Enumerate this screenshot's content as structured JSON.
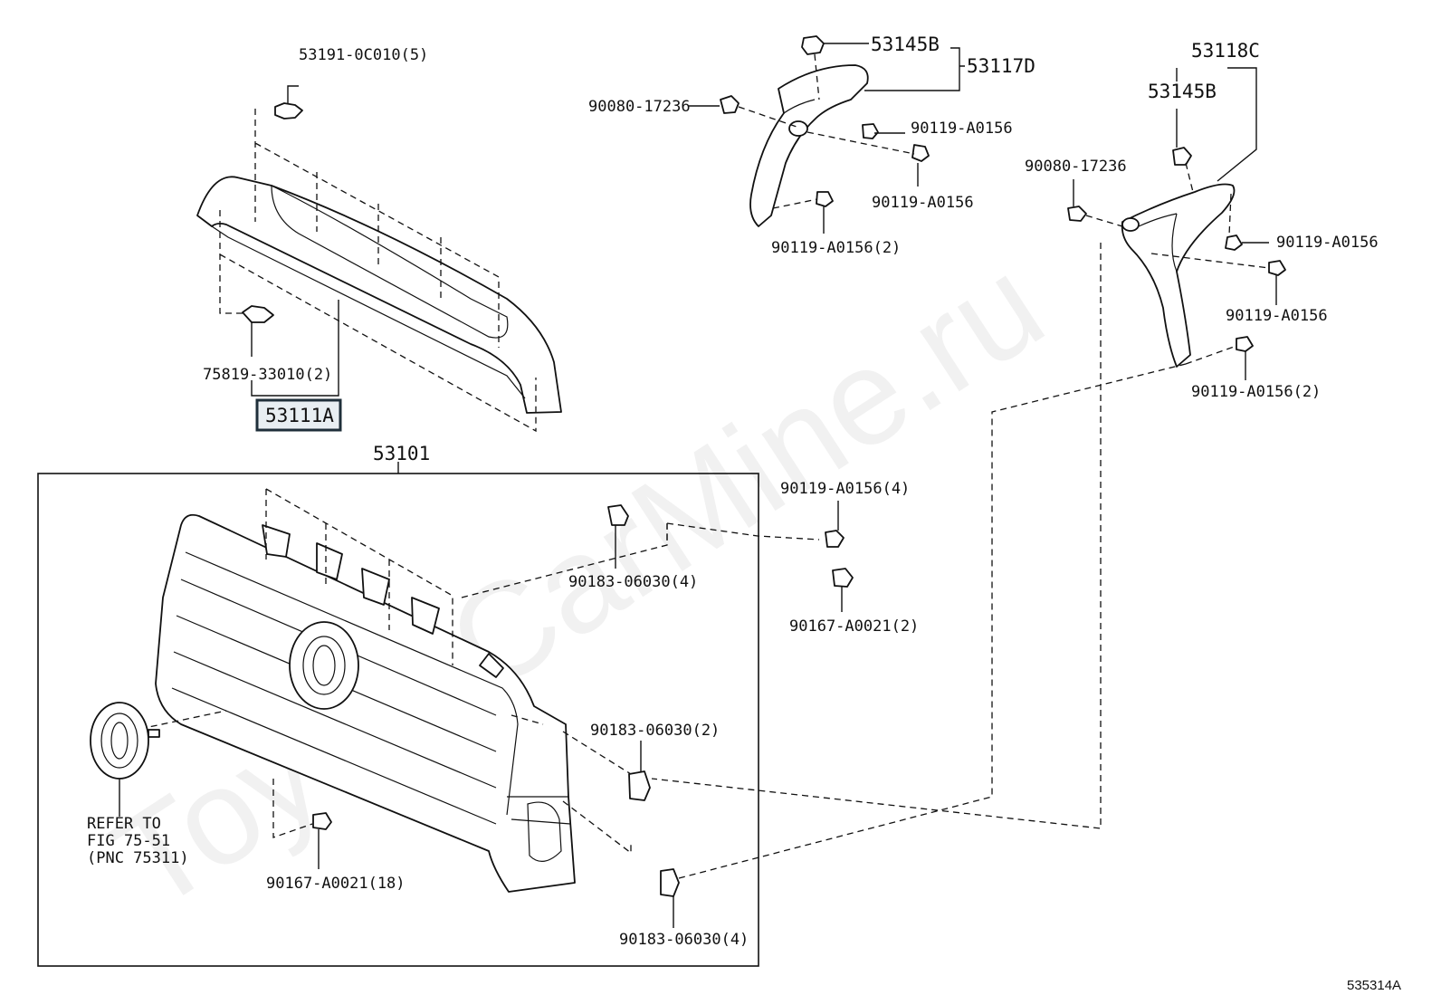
{
  "watermark": "ToyotaCarMine.ru",
  "figure_number": "535314A",
  "labels": {
    "p53191": "53191-0C010(5)",
    "p75819": "75819-33010(2)",
    "p53111A": "53111A",
    "p53101": "53101",
    "p53145B_top": "53145B",
    "p53117D": "53117D",
    "p90080_a": "90080-17236",
    "p90119_a": "90119-A0156",
    "p90119_b": "90119-A0156",
    "p90119_c": "90119-A0156(2)",
    "p53118C": "53118C",
    "p53145B_right": "53145B",
    "p90080_b": "90080-17236",
    "p90119_d": "90119-A0156",
    "p90119_e": "90119-A0156",
    "p90119_f": "90119-A0156(2)",
    "p90119_g": "90119-A0156(4)",
    "p90183_a": "90183-06030(4)",
    "p90167_a": "90167-A0021(2)",
    "p90183_b": "90183-06030(2)",
    "p90167_b": "90167-A0021(18)",
    "p90183_c": "90183-06030(4)",
    "refer_line1": "REFER TO",
    "refer_line2": "FIG 75-51",
    "refer_line3": "(PNC 75311)"
  }
}
